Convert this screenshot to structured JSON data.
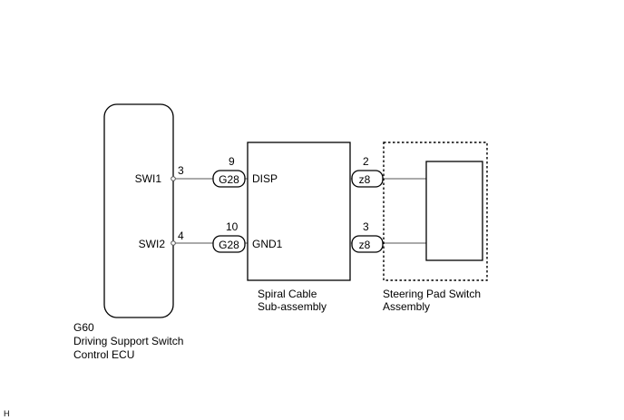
{
  "ecu": {
    "code": "G60",
    "name_line1": "Driving Support Switch",
    "name_line2": "Control ECU",
    "pins": [
      {
        "name": "SWI1",
        "number": "3"
      },
      {
        "name": "SWI2",
        "number": "4"
      }
    ]
  },
  "spiral_cable": {
    "name_line1": "Spiral Cable",
    "name_line2": "Sub-assembly",
    "left_connectors": [
      {
        "connector": "G28",
        "pin": "9",
        "signal": "DISP"
      },
      {
        "connector": "G28",
        "pin": "10",
        "signal": "GND1"
      }
    ],
    "right_connectors": [
      {
        "connector": "z8",
        "pin": "2"
      },
      {
        "connector": "z8",
        "pin": "3"
      }
    ]
  },
  "steering_pad": {
    "name_line1": "Steering Pad Switch",
    "name_line2": "Assembly"
  },
  "corner_mark": "H"
}
